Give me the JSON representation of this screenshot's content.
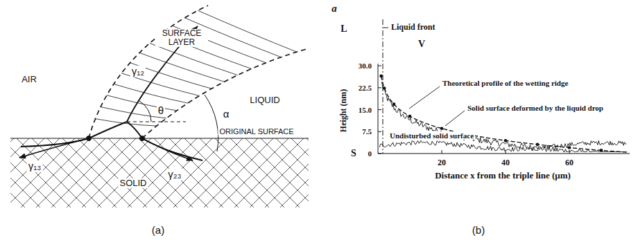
{
  "diagram": {
    "labels": [
      "AIR",
      "SURFACE LAYER",
      "γ₁₂",
      "θ",
      "LIQUID",
      "α",
      "ORIGINAL SURFACE",
      "γ₁₃",
      "γ₂₃",
      "SOLID",
      "(a)",
      "a",
      "L",
      "Liquid front",
      "V",
      "30.0",
      "22.5",
      "15.0",
      "7.5",
      "0",
      "Theoretical profile of the wetting ridge",
      "Solid surface deformed by the liquid drop",
      "Undisturbed solid surface",
      "S",
      "Height (nm)",
      "20",
      "40",
      "60",
      "Distance x from the triple line (μm)",
      "(b)"
    ]
  }
}
